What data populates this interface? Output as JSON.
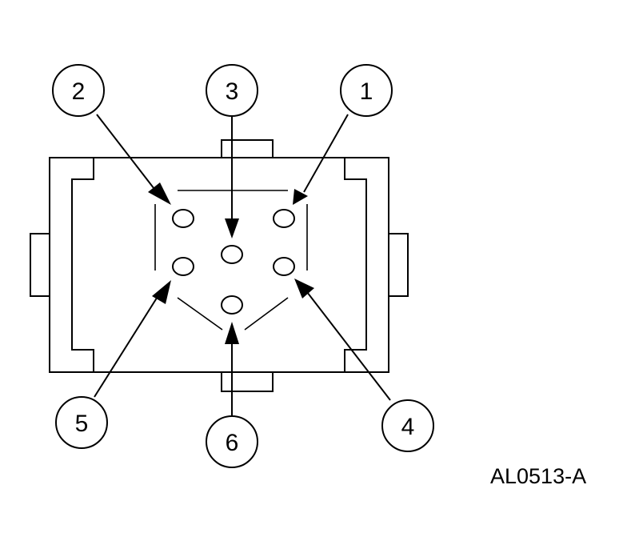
{
  "figure_id": "AL0513-A",
  "callouts": [
    {
      "label": "2",
      "pin": 2
    },
    {
      "label": "3",
      "pin": 3
    },
    {
      "label": "1",
      "pin": 1
    },
    {
      "label": "5",
      "pin": 5
    },
    {
      "label": "6",
      "pin": 6
    },
    {
      "label": "4",
      "pin": 4
    }
  ]
}
